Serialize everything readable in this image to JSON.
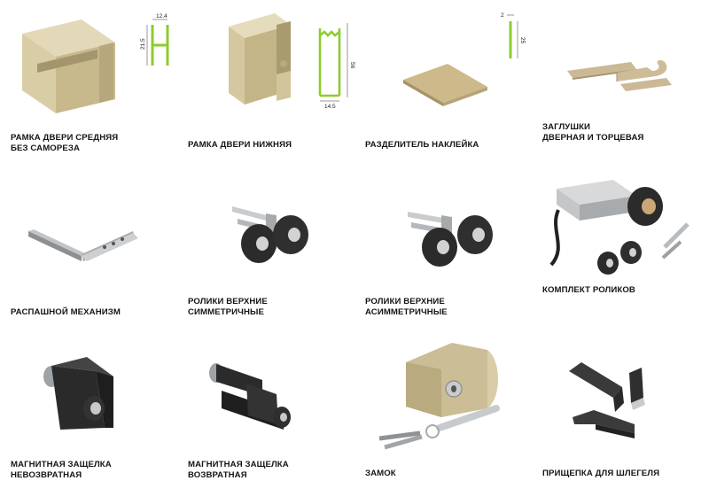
{
  "products": [
    {
      "name_lines": [
        "РАМКА ДВЕРИ СРЕДНЯЯ",
        "БЕЗ САМОРЕЗА"
      ],
      "dimensions": [
        "12.4",
        "21.5"
      ],
      "icon": "h-profile"
    },
    {
      "name_lines": [
        "РАМКА ДВЕРИ НИЖНЯЯ"
      ],
      "dimensions": [
        "56",
        "14.5"
      ],
      "icon": "bottom-profile"
    },
    {
      "name_lines": [
        "РАЗДЕЛИТЕЛЬ НАКЛЕЙКА"
      ],
      "dimensions": [
        "2",
        "25"
      ],
      "icon": "separator-pad"
    },
    {
      "name_lines": [
        "ЗАГЛУШКИ",
        "ДВЕРНАЯ И ТОРЦЕВАЯ"
      ],
      "icon": "end-caps"
    },
    {
      "name_lines": [
        "РАСПАШНОЙ МЕХАНИЗМ"
      ],
      "icon": "swing-bracket"
    },
    {
      "name_lines": [
        "РОЛИКИ ВЕРХНИЕ",
        "СИММЕТРИЧНЫЕ"
      ],
      "icon": "top-rollers"
    },
    {
      "name_lines": [
        "РОЛИКИ ВЕРХНИЕ",
        "АСИММЕТРИЧНЫЕ"
      ],
      "icon": "top-rollers-asym"
    },
    {
      "name_lines": [
        "КОМПЛЕКТ РОЛИКОВ"
      ],
      "icon": "roller-kit"
    },
    {
      "name_lines": [
        "МАГНИТНАЯ ЗАЩЕЛКА",
        "НЕВОЗВРАТНАЯ"
      ],
      "icon": "magnet-latch"
    },
    {
      "name_lines": [
        "МАГНИТНАЯ ЗАЩЕЛКА",
        "ВОЗВРАТНАЯ"
      ],
      "icon": "magnet-latch-return"
    },
    {
      "name_lines": [
        "ЗАМОК"
      ],
      "icon": "lock-keys"
    },
    {
      "name_lines": [
        "ПРИЩЕПКА ДЛЯ ШЛЕГЕЛЯ"
      ],
      "icon": "brush-clip"
    }
  ],
  "colors": {
    "gold": "#cfc196",
    "gold_dark": "#a89b72",
    "gold_light": "#e6dcbb",
    "profile_green": "#8ccc2e",
    "rubber": "#2c2c2c",
    "steel": "#b9bcbf"
  }
}
